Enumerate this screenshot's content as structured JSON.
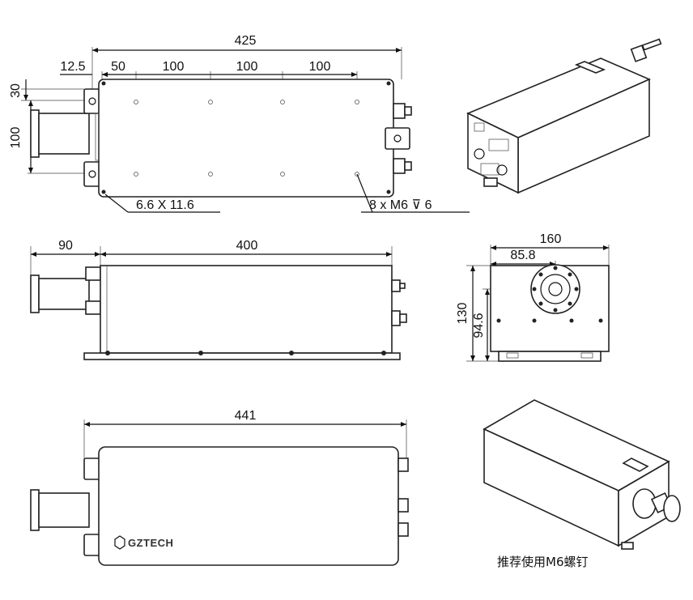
{
  "top_view": {
    "dim_overall_length": "425",
    "dim_offset": "12.5",
    "dim_first_pitch": "50",
    "dim_pitch_1": "100",
    "dim_pitch_2": "100",
    "dim_pitch_3": "100",
    "dim_ear_height": "30",
    "dim_hole_row_offset": "30",
    "dim_mount_spacing": "100",
    "slot_callout": "6.6 X 11.6",
    "thread_callout": "8 x  M6  ⊽ 6"
  },
  "side_view": {
    "dim_flange": "90",
    "dim_body_length": "400"
  },
  "end_view": {
    "dim_width": "160",
    "dim_center_offset": "85.8",
    "dim_height": "130",
    "dim_center_height": "94.6"
  },
  "bottom_view": {
    "dim_overall_length": "441",
    "logo_text": "GZTECH"
  },
  "caption": "推荐使用M6螺钉"
}
